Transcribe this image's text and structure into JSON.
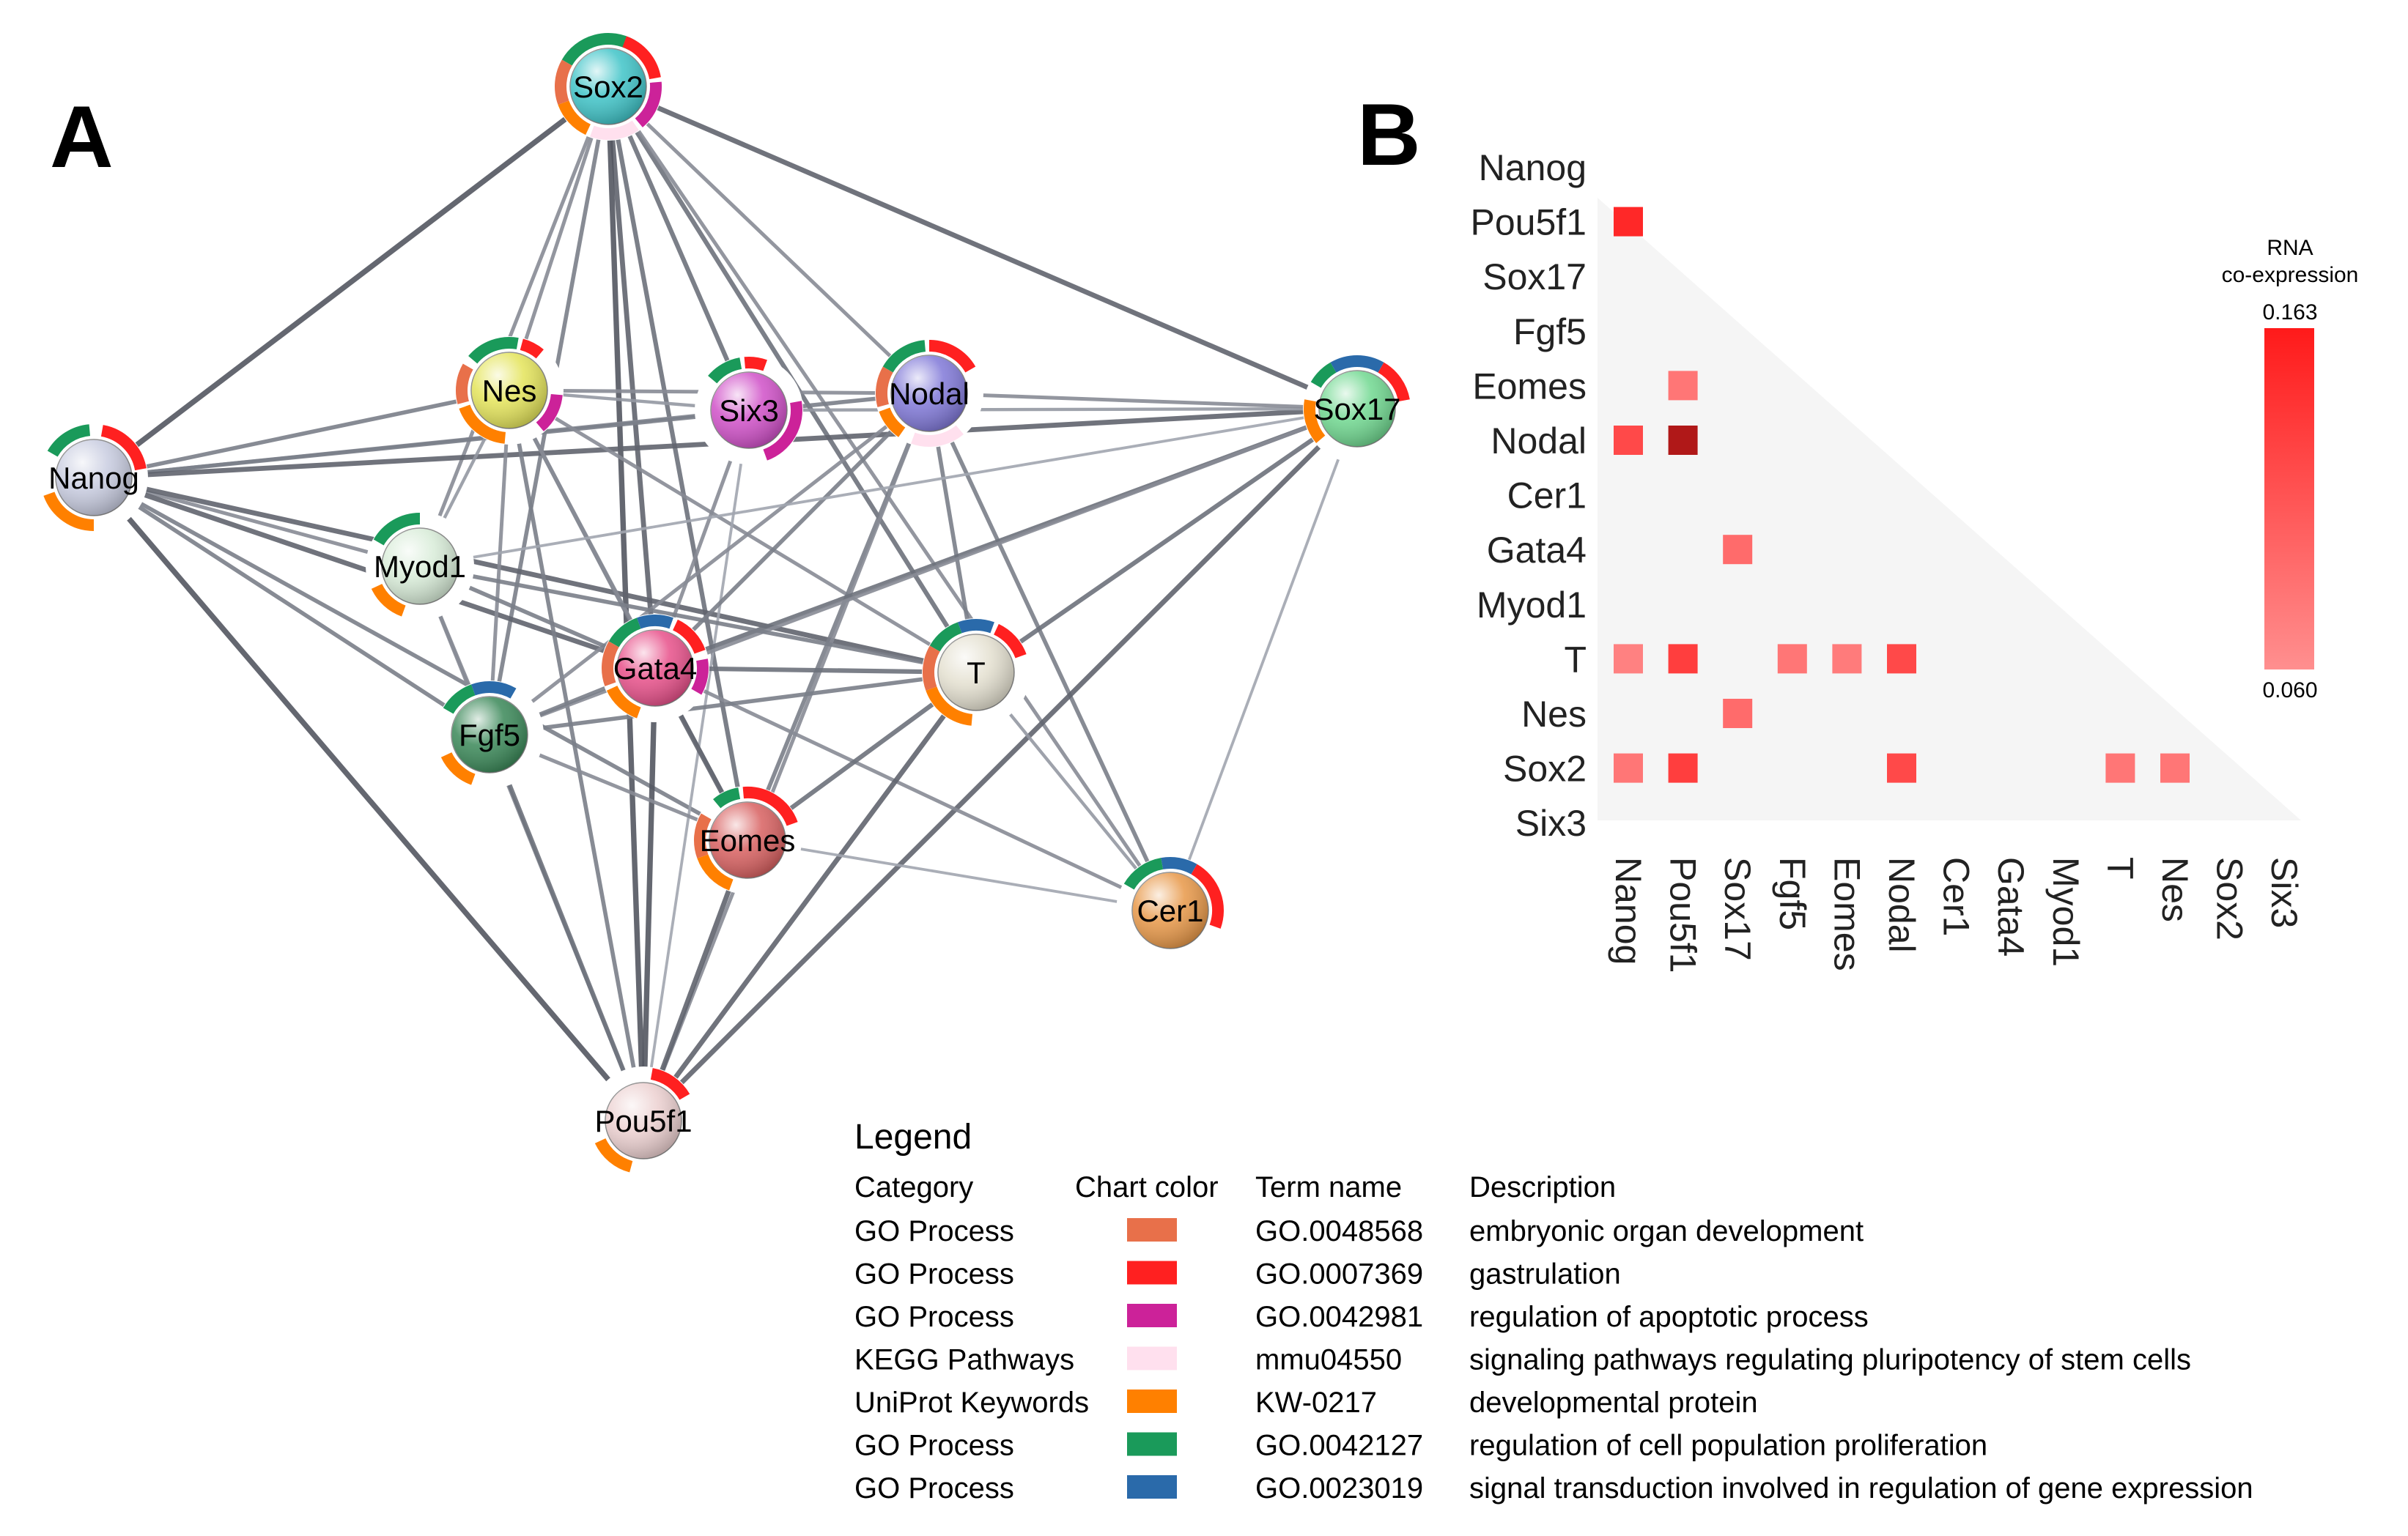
{
  "panel_a": {
    "label": "A",
    "nodes": [
      {
        "id": "Sox2",
        "label": "Sox2",
        "color": "#3fc4c8",
        "segments": [
          [
            "#1a9a5a",
            300,
            30
          ],
          [
            "#ff2020",
            20,
            80
          ],
          [
            "#cc2299",
            85,
            140
          ],
          [
            "#ffe0ee",
            145,
            200
          ],
          [
            "#ff8000",
            205,
            250
          ],
          [
            "#e8704a",
            250,
            300
          ]
        ]
      },
      {
        "id": "Nanog",
        "label": "Nanog",
        "color": "#c8cce0",
        "segments": [
          [
            "#1a9a5a",
            300,
            355
          ],
          [
            "#ff2020",
            10,
            80
          ],
          [
            "#ff8000",
            180,
            250
          ]
        ]
      },
      {
        "id": "Nes",
        "label": "Nes",
        "color": "#e4e45a",
        "segments": [
          [
            "#1a9a5a",
            310,
            10
          ],
          [
            "#ff2020",
            15,
            40
          ],
          [
            "#cc2299",
            95,
            140
          ],
          [
            "#ff8000",
            185,
            250
          ],
          [
            "#e8704a",
            255,
            300
          ]
        ]
      },
      {
        "id": "Six3",
        "label": "Six3",
        "color": "#d050c8",
        "segments": [
          [
            "#1a9a5a",
            310,
            350
          ],
          [
            "#ff2020",
            355,
            20
          ],
          [
            "#cc2299",
            80,
            160
          ]
        ]
      },
      {
        "id": "Nodal",
        "label": "Nodal",
        "color": "#8078d8",
        "segments": [
          [
            "#1a9a5a",
            300,
            355
          ],
          [
            "#ff2020",
            0,
            60
          ],
          [
            "#ffe0ee",
            140,
            200
          ],
          [
            "#ff8000",
            215,
            250
          ],
          [
            "#e8704a",
            255,
            300
          ]
        ]
      },
      {
        "id": "Sox17",
        "label": "Sox17",
        "color": "#70d890",
        "segments": [
          [
            "#1a9a5a",
            300,
            330
          ],
          [
            "#2a6aaa",
            330,
            30
          ],
          [
            "#ff2020",
            30,
            80
          ],
          [
            "#ff8000",
            230,
            280
          ]
        ]
      },
      {
        "id": "Myod1",
        "label": "Myod1",
        "color": "#d8ecd8",
        "segments": [
          [
            "#1a9a5a",
            300,
            360
          ],
          [
            "#ff8000",
            200,
            245
          ]
        ]
      },
      {
        "id": "Gata4",
        "label": "Gata4",
        "color": "#e8508a",
        "segments": [
          [
            "#1a9a5a",
            300,
            340
          ],
          [
            "#2a6aaa",
            340,
            20
          ],
          [
            "#ff2020",
            25,
            70
          ],
          [
            "#cc2299",
            80,
            120
          ],
          [
            "#ff8000",
            200,
            245
          ],
          [
            "#e8704a",
            250,
            300
          ]
        ]
      },
      {
        "id": "T",
        "label": "T",
        "color": "#e4e0d0",
        "segments": [
          [
            "#1a9a5a",
            300,
            340
          ],
          [
            "#2a6aaa",
            340,
            20
          ],
          [
            "#ff2020",
            25,
            70
          ],
          [
            "#ff8000",
            185,
            250
          ],
          [
            "#e8704a",
            250,
            300
          ]
        ]
      },
      {
        "id": "Fgf5",
        "label": "Fgf5",
        "color": "#3a8858",
        "segments": [
          [
            "#1a9a5a",
            300,
            340
          ],
          [
            "#2a6aaa",
            340,
            30
          ],
          [
            "#ff8000",
            200,
            245
          ]
        ]
      },
      {
        "id": "Eomes",
        "label": "Eomes",
        "color": "#d86060",
        "segments": [
          [
            "#1a9a5a",
            320,
            350
          ],
          [
            "#ff2020",
            355,
            70
          ],
          [
            "#ff8000",
            200,
            250
          ],
          [
            "#e8704a",
            250,
            300
          ]
        ]
      },
      {
        "id": "Cer1",
        "label": "Cer1",
        "color": "#e89848",
        "segments": [
          [
            "#1a9a5a",
            300,
            350
          ],
          [
            "#2a6aaa",
            350,
            30
          ],
          [
            "#ff2020",
            30,
            110
          ]
        ]
      },
      {
        "id": "Pou5f1",
        "label": "Pou5f1",
        "color": "#ecd0d0",
        "segments": [
          [
            "#ff2020",
            10,
            60
          ],
          [
            "#ff8000",
            195,
            245
          ]
        ]
      }
    ],
    "edges": [
      [
        "Sox2",
        "Nanog",
        0.9
      ],
      [
        "Sox2",
        "Nes",
        0.5
      ],
      [
        "Sox2",
        "Six3",
        0.7
      ],
      [
        "Sox2",
        "Nodal",
        0.5
      ],
      [
        "Sox2",
        "Sox17",
        0.8
      ],
      [
        "Sox2",
        "Myod1",
        0.5
      ],
      [
        "Sox2",
        "Gata4",
        0.8
      ],
      [
        "Sox2",
        "T",
        0.7
      ],
      [
        "Sox2",
        "Fgf5",
        0.6
      ],
      [
        "Sox2",
        "Eomes",
        0.7
      ],
      [
        "Sox2",
        "Cer1",
        0.5
      ],
      [
        "Sox2",
        "Pou5f1",
        0.9
      ],
      [
        "Nanog",
        "Nes",
        0.6
      ],
      [
        "Nanog",
        "Six3",
        0.5
      ],
      [
        "Nanog",
        "Nodal",
        0.6
      ],
      [
        "Nanog",
        "Sox17",
        0.8
      ],
      [
        "Nanog",
        "Myod1",
        0.5
      ],
      [
        "Nanog",
        "Gata4",
        0.8
      ],
      [
        "Nanog",
        "T",
        0.8
      ],
      [
        "Nanog",
        "Fgf5",
        0.6
      ],
      [
        "Nanog",
        "Eomes",
        0.6
      ],
      [
        "Nanog",
        "Pou5f1",
        0.9
      ],
      [
        "Nes",
        "Six3",
        0.4
      ],
      [
        "Nes",
        "Nodal",
        0.5
      ],
      [
        "Nes",
        "Myod1",
        0.4
      ],
      [
        "Nes",
        "Gata4",
        0.6
      ],
      [
        "Nes",
        "T",
        0.5
      ],
      [
        "Nes",
        "Fgf5",
        0.5
      ],
      [
        "Nes",
        "Eomes",
        0.5
      ],
      [
        "Nes",
        "Pou5f1",
        0.6
      ],
      [
        "Six3",
        "Gata4",
        0.5
      ],
      [
        "Six3",
        "Pou5f1",
        0.3
      ],
      [
        "Six3",
        "Sox17",
        0.4
      ],
      [
        "Nodal",
        "Sox17",
        0.5
      ],
      [
        "Nodal",
        "Gata4",
        0.6
      ],
      [
        "Nodal",
        "T",
        0.6
      ],
      [
        "Nodal",
        "Eomes",
        0.6
      ],
      [
        "Nodal",
        "Cer1",
        0.6
      ],
      [
        "Nodal",
        "Pou5f1",
        0.5
      ],
      [
        "Nodal",
        "Fgf5",
        0.5
      ],
      [
        "Sox17",
        "Gata4",
        0.7
      ],
      [
        "Sox17",
        "T",
        0.7
      ],
      [
        "Sox17",
        "Pou5f1",
        0.8
      ],
      [
        "Sox17",
        "Cer1",
        0.3
      ],
      [
        "Sox17",
        "Fgf5",
        0.5
      ],
      [
        "Sox17",
        "Myod1",
        0.3
      ],
      [
        "Myod1",
        "Gata4",
        0.6
      ],
      [
        "Myod1",
        "T",
        0.6
      ],
      [
        "Myod1",
        "Fgf5",
        0.5
      ],
      [
        "Myod1",
        "Pou5f1",
        0.5
      ],
      [
        "Gata4",
        "T",
        0.7
      ],
      [
        "Gata4",
        "Fgf5",
        0.6
      ],
      [
        "Gata4",
        "Eomes",
        0.8
      ],
      [
        "Gata4",
        "Pou5f1",
        0.9
      ],
      [
        "Gata4",
        "Cer1",
        0.5
      ],
      [
        "T",
        "Eomes",
        0.7
      ],
      [
        "T",
        "Fgf5",
        0.6
      ],
      [
        "T",
        "Pou5f1",
        0.8
      ],
      [
        "T",
        "Cer1",
        0.4
      ],
      [
        "Fgf5",
        "Eomes",
        0.5
      ],
      [
        "Fgf5",
        "Pou5f1",
        0.7
      ],
      [
        "Eomes",
        "Pou5f1",
        0.8
      ],
      [
        "Eomes",
        "Cer1",
        0.3
      ]
    ]
  },
  "panel_b": {
    "label": "B",
    "genes": [
      "Nanog",
      "Pou5f1",
      "Sox17",
      "Fgf5",
      "Eomes",
      "Nodal",
      "Cer1",
      "Gata4",
      "Myod1",
      "T",
      "Nes",
      "Sox2",
      "Six3"
    ],
    "cells": [
      {
        "row": "Pou5f1",
        "col": "Nanog",
        "value": 0.15
      },
      {
        "row": "Eomes",
        "col": "Pou5f1",
        "value": 0.08
      },
      {
        "row": "Nodal",
        "col": "Nanog",
        "value": 0.12
      },
      {
        "row": "Nodal",
        "col": "Pou5f1",
        "value": 0.163
      },
      {
        "row": "Gata4",
        "col": "Sox17",
        "value": 0.09
      },
      {
        "row": "T",
        "col": "Nanog",
        "value": 0.07
      },
      {
        "row": "T",
        "col": "Pou5f1",
        "value": 0.13
      },
      {
        "row": "T",
        "col": "Fgf5",
        "value": 0.08
      },
      {
        "row": "T",
        "col": "Eomes",
        "value": 0.075
      },
      {
        "row": "T",
        "col": "Nodal",
        "value": 0.12
      },
      {
        "row": "Nes",
        "col": "Sox17",
        "value": 0.09
      },
      {
        "row": "Sox2",
        "col": "Nanog",
        "value": 0.08
      },
      {
        "row": "Sox2",
        "col": "Pou5f1",
        "value": 0.13
      },
      {
        "row": "Sox2",
        "col": "Nodal",
        "value": 0.12
      },
      {
        "row": "Sox2",
        "col": "T",
        "value": 0.08
      },
      {
        "row": "Sox2",
        "col": "Nes",
        "value": 0.08
      }
    ],
    "colorbar": {
      "title_line1": "RNA",
      "title_line2": "co-expression",
      "max_label": "0.163",
      "min_label": "0.060",
      "max_value": 0.163,
      "min_value": 0.06
    }
  },
  "legend": {
    "title": "Legend",
    "headers": {
      "category": "Category",
      "chart_color": "Chart color",
      "term_name": "Term name",
      "description": "Description"
    },
    "rows": [
      {
        "category": "GO Process",
        "color": "#e8704a",
        "term": "GO.0048568",
        "description": "embryonic organ development"
      },
      {
        "category": "GO Process",
        "color": "#ff2020",
        "term": "GO.0007369",
        "description": "gastrulation"
      },
      {
        "category": "GO Process",
        "color": "#cc2299",
        "term": "GO.0042981",
        "description": "regulation of apoptotic process"
      },
      {
        "category": "KEGG Pathways",
        "color": "#ffe0ee",
        "term": "mmu04550",
        "description": "signaling pathways regulating pluripotency of stem cells"
      },
      {
        "category": "UniProt Keywords",
        "color": "#ff8000",
        "term": "KW-0217",
        "description": "developmental protein"
      },
      {
        "category": "GO Process",
        "color": "#1a9a5a",
        "term": "GO.0042127",
        "description": "regulation of cell population proliferation"
      },
      {
        "category": "GO Process",
        "color": "#2a6aaa",
        "term": "GO.0023019",
        "description": "signal transduction involved in regulation of gene expression"
      }
    ]
  }
}
